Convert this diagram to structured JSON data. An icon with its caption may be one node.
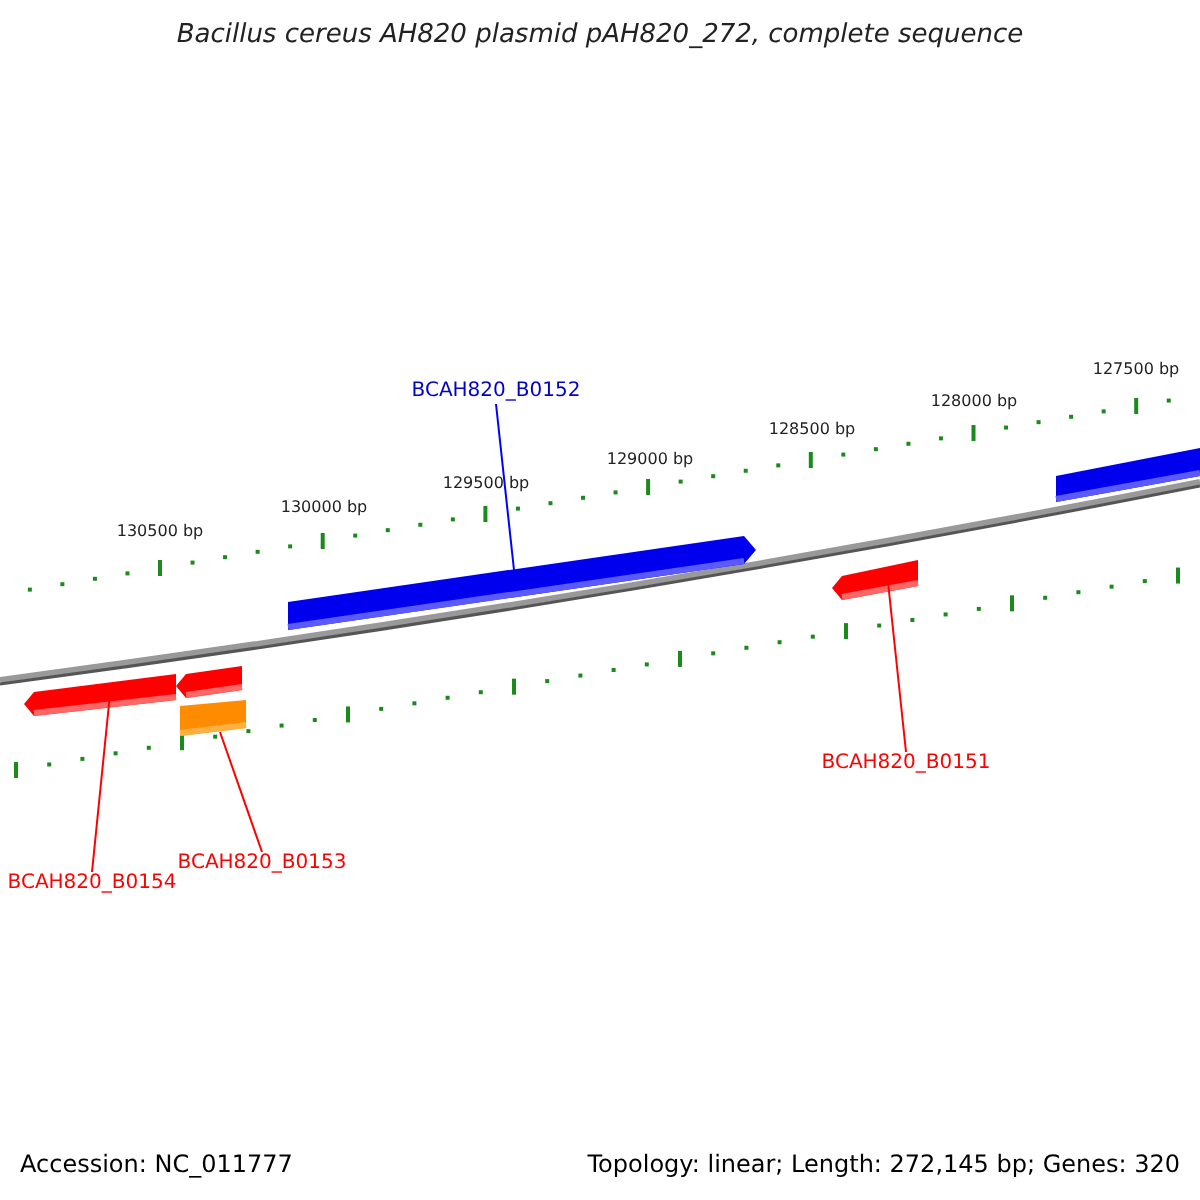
{
  "diagram": {
    "title": "Bacillus cereus AH820 plasmid pAH820_272, complete sequence",
    "nodes": [
      {
        "text": [
          "BCAH820_B0152"
        ]
      },
      {
        "text": [],
        "shape": "arrow"
      },
      {
        "text": [],
        "shape": "bar"
      },
      {
        "text": [],
        "shape": "arrow"
      },
      {
        "text": [
          "BCAH820_B0151"
        ]
      },
      {
        "text": [],
        "shape": "arrow"
      },
      {
        "text": [],
        "shape": "arrow"
      },
      {
        "text": [],
        "shape": "bar"
      },
      {
        "text": [
          "BCAH820_B0153"
        ]
      },
      {
        "text": [
          "BCAH820_B0154"
        ]
      }
    ],
    "edges": [
      {
        "from": 0,
        "to": 1,
        "arrow": "none",
        "color": "#0000ff"
      },
      {
        "from": 4,
        "to": 3,
        "arrow": "none"
      },
      {
        "from": 8,
        "to": 7,
        "arrow": "none"
      },
      {
        "from": 9,
        "to": 5,
        "arrow": "none"
      }
    ],
    "labels": [
      "127500 bp",
      "128000 bp",
      "128500 bp",
      "129000 bp",
      "129500 bp",
      "130000 bp",
      "130500 bp",
      "Accession: NC_011777",
      "Topology: linear; Length: 272,145 bp; Genes: 320"
    ]
  }
}
